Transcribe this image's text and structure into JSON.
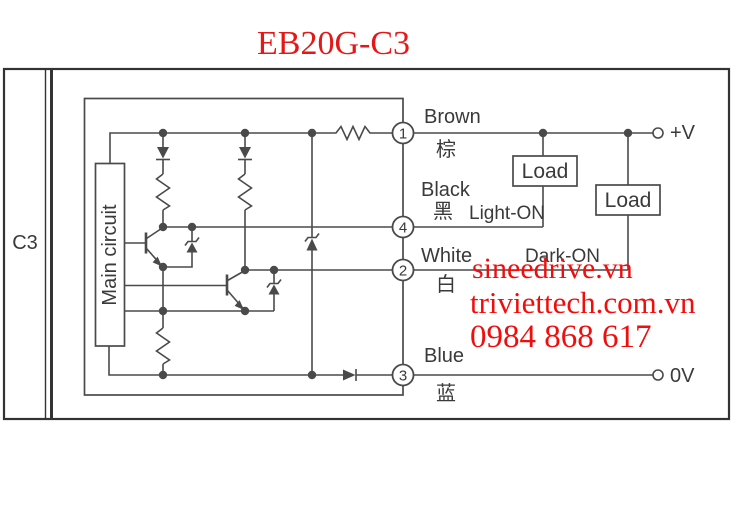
{
  "title": "EB20G-C3",
  "side_label": "C3",
  "diagram": {
    "main_circuit": "Main circuit",
    "pins": {
      "pin1": "1",
      "pin4": "4",
      "pin2": "2",
      "pin3": "3"
    },
    "wires": {
      "brown": {
        "name": "Brown",
        "cn": "棕"
      },
      "black": {
        "name": "Black",
        "cn": "黑",
        "mode": "Light-ON"
      },
      "white": {
        "name": "White",
        "cn": "白",
        "mode": "Dark-ON"
      },
      "blue": {
        "name": "Blue",
        "cn": "蓝"
      }
    },
    "terminals": {
      "positive": "+V",
      "ground": "0V"
    },
    "loads": {
      "load1": "Load",
      "load2": "Load"
    }
  },
  "watermark": {
    "line1": "sineedrive.vn",
    "line2": "triviettech.com.vn",
    "line3": "0984 868 617"
  },
  "colors": {
    "background": "#ffffff",
    "line": "#4a4a4a",
    "frame": "#333333",
    "text": "#3a3a3a",
    "title_red": "#e41818",
    "watermark_red": "#f20d0d"
  }
}
